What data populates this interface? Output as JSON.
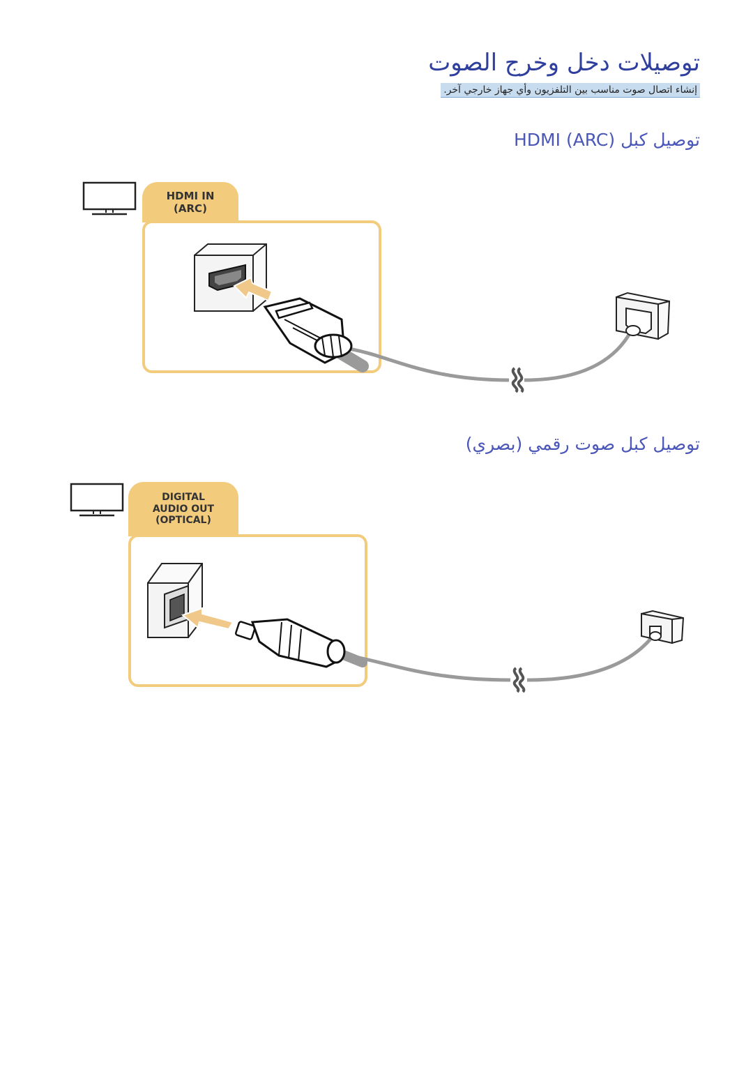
{
  "header": {
    "title": "توصيلات دخل وخرج الصوت",
    "subtitle": "إنشاء اتصال صوت مناسب بين التلفزيون وأي جهاز خارجي آخر."
  },
  "sections": [
    {
      "title": "توصيل كبل HDMI (ARC)",
      "port_label_line1": "HDMI IN",
      "port_label_line2": "(ARC)",
      "icon": "hdmi-plug-icon"
    },
    {
      "title": "توصيل كبل صوت رقمي (بصري)",
      "port_label_line1": "DIGITAL",
      "port_label_line2": "AUDIO OUT",
      "port_label_line3": "(OPTICAL)",
      "icon": "optical-plug-icon"
    }
  ],
  "colors": {
    "title": "#2f3f9e",
    "section_title": "#4a56b8",
    "accent_tab": "#f2cb7d",
    "arrow": "#f0c98a",
    "cable": "#9a9a9a",
    "highlight": "#c8dcf0"
  }
}
